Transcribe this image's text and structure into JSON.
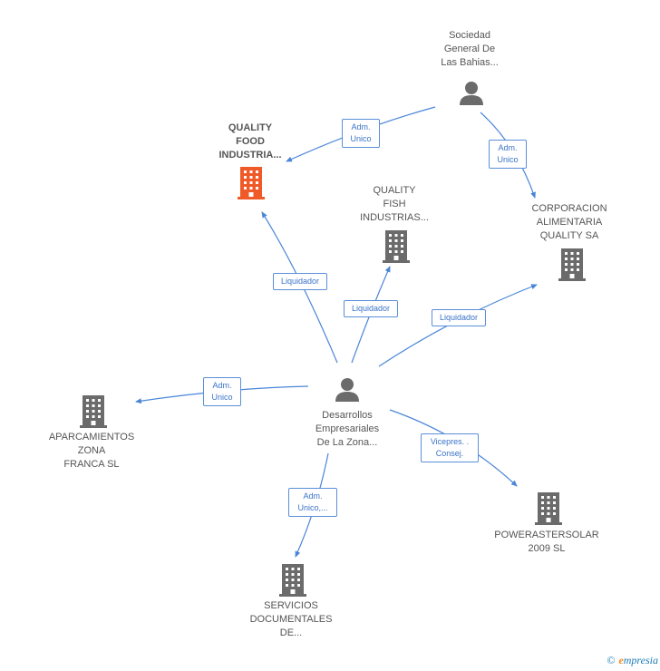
{
  "colors": {
    "edge": "#4a86d8",
    "building": "#6b6b6b",
    "highlight": "#f05a28",
    "person": "#6b6b6b"
  },
  "nodes": {
    "sociedad": "Sociedad\nGeneral De\nLas Bahias...",
    "quality_food": "QUALITY\nFOOD\nINDUSTRIA...",
    "quality_fish": "QUALITY\nFISH\nINDUSTRIAS...",
    "corporacion": "CORPORACION\nALIMENTARIA\nQUALITY SA",
    "desarrollos": "Desarrollos\nEmpresariales\nDe La Zona...",
    "aparcamientos": "APARCAMIENTOS\nZONA\nFRANCA SL",
    "powerastersolar": "POWERASTERSOLAR\n2009 SL",
    "servicios": "SERVICIOS\nDOCUMENTALES\nDE..."
  },
  "edges": {
    "e1": "Adm.\nUnico",
    "e2": "Adm.\nUnico",
    "e3": "Liquidador",
    "e4": "Liquidador",
    "e5": "Liquidador",
    "e6": "Adm.\nUnico",
    "e7": "Vicepres. .\nConsej.",
    "e8": "Adm.\nUnico,..."
  },
  "footer": {
    "copyright": "©",
    "brand_initial": "e",
    "brand_rest": "mpresia"
  }
}
